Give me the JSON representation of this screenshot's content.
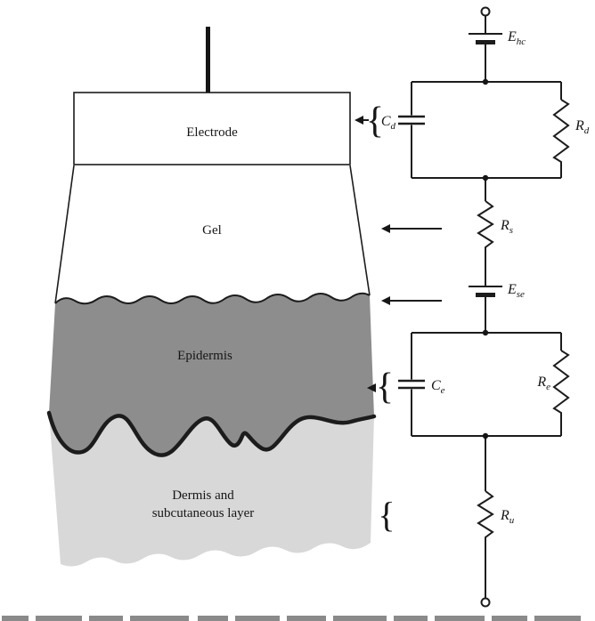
{
  "figure": {
    "layers": {
      "electrode": "Electrode",
      "gel": "Gel",
      "epidermis": "Epidermis",
      "dermis_line1": "Dermis and",
      "dermis_line2": "subcutaneous layer"
    },
    "circuit": {
      "ehc_main": "E",
      "ehc_sub": "hc",
      "cd_main": "C",
      "cd_sub": "d",
      "rd_main": "R",
      "rd_sub": "d",
      "rs_main": "R",
      "rs_sub": "s",
      "ese_main": "E",
      "ese_sub": "se",
      "ce_main": "C",
      "ce_sub": "e",
      "re_main": "R",
      "re_sub": "e",
      "ru_main": "R",
      "ru_sub": "u",
      "brace": "{"
    },
    "colors": {
      "epidermis_fill": "#8d8d8d",
      "dermis_fill": "#d8d8d8",
      "ink": "#1c1c1c"
    }
  }
}
